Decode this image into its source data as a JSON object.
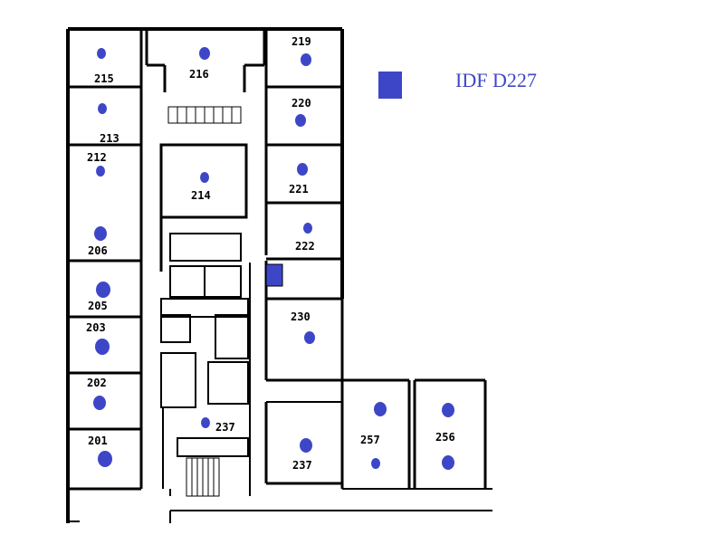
{
  "legend": {
    "label": "IDF D227",
    "color": "#3e46c8",
    "icon": "idf-square-icon"
  },
  "colors": {
    "dot": "#3e46c8",
    "wall": "#000000",
    "idf": "#3e46c8"
  },
  "rooms": [
    {
      "id": "215",
      "label": "215"
    },
    {
      "id": "216",
      "label": "216"
    },
    {
      "id": "219",
      "label": "219"
    },
    {
      "id": "220",
      "label": "220"
    },
    {
      "id": "213",
      "label": "213"
    },
    {
      "id": "212",
      "label": "212"
    },
    {
      "id": "214",
      "label": "214"
    },
    {
      "id": "221",
      "label": "221"
    },
    {
      "id": "206",
      "label": "206"
    },
    {
      "id": "222",
      "label": "222"
    },
    {
      "id": "205",
      "label": "205"
    },
    {
      "id": "230",
      "label": "230"
    },
    {
      "id": "203",
      "label": "203"
    },
    {
      "id": "202",
      "label": "202"
    },
    {
      "id": "237a",
      "label": "237"
    },
    {
      "id": "201",
      "label": "201"
    },
    {
      "id": "257",
      "label": "257"
    },
    {
      "id": "256",
      "label": "256"
    },
    {
      "id": "237b",
      "label": "237"
    }
  ]
}
